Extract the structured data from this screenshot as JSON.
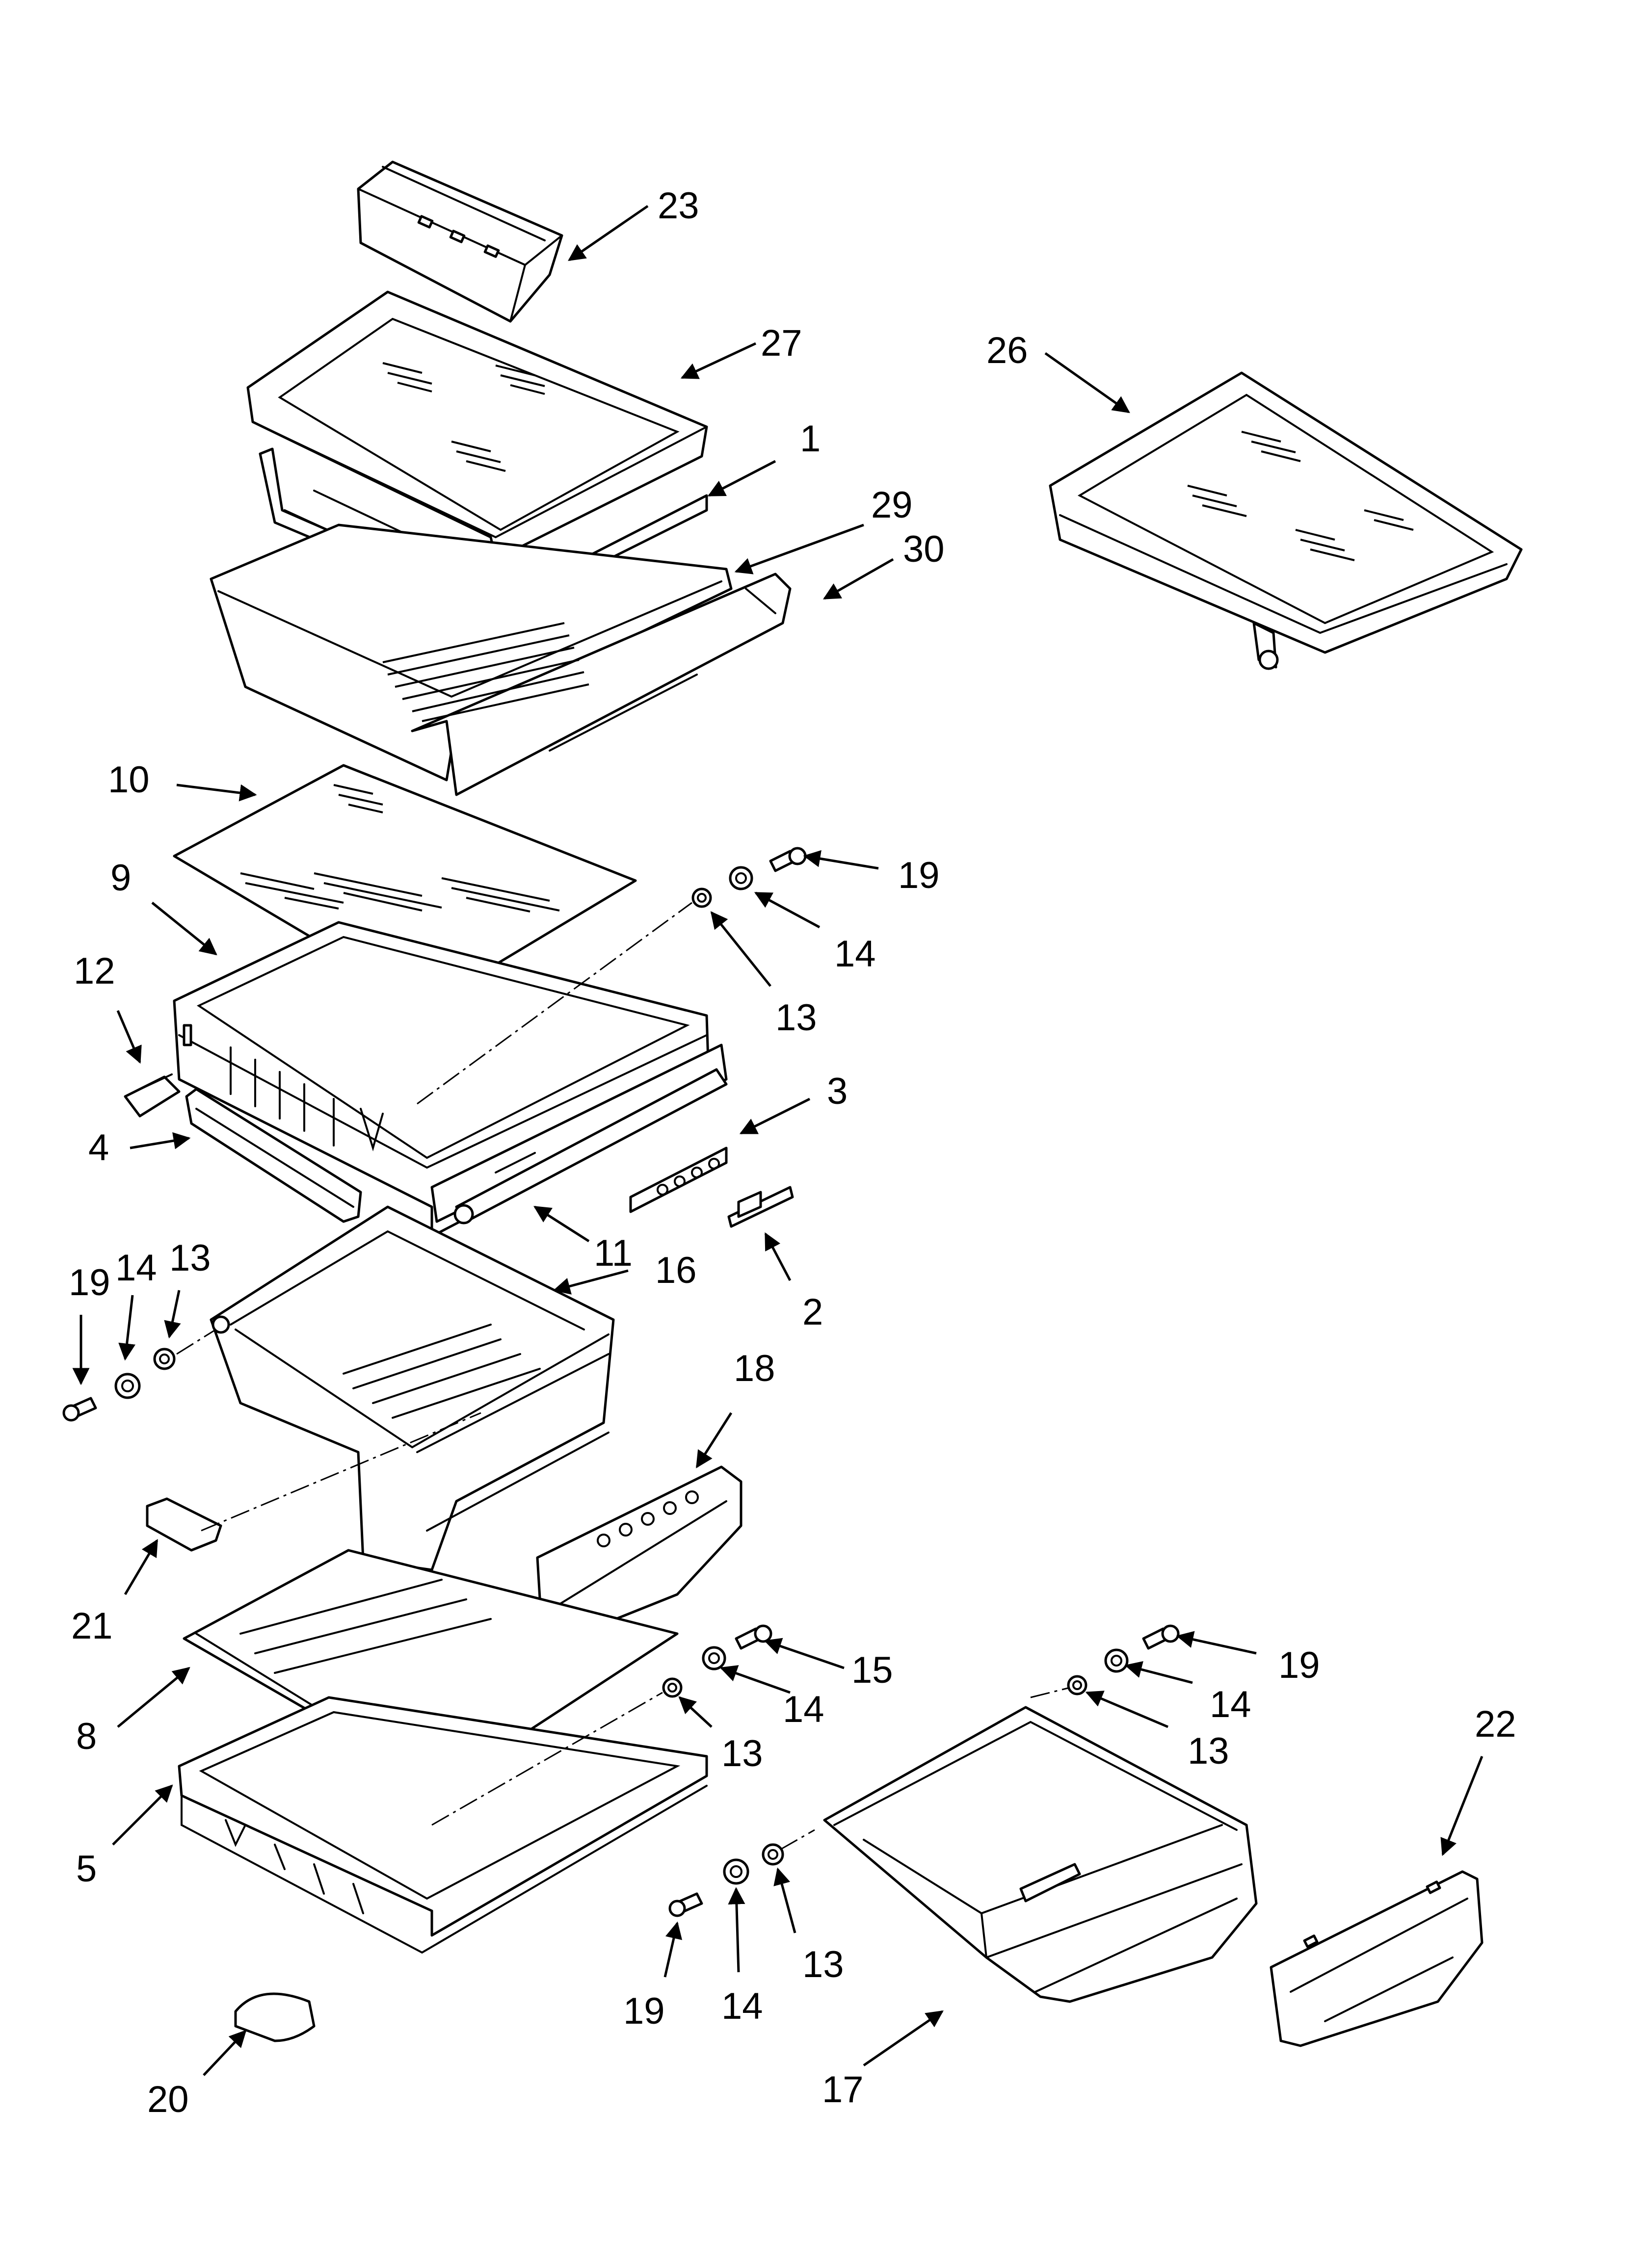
{
  "colors": {
    "ink": "#000000",
    "paper": "#ffffff"
  },
  "callouts": {
    "c23": "23",
    "c27": "27",
    "c26": "26",
    "c1": "1",
    "c29": "29",
    "c30": "30",
    "c10": "10",
    "c9": "9",
    "c19a": "19",
    "c14a": "14",
    "c13a": "13",
    "c12": "12",
    "c3": "3",
    "c4": "4",
    "c11": "11",
    "c2": "2",
    "c19b": "19",
    "c14b": "14",
    "c13b": "13",
    "c16": "16",
    "c18": "18",
    "c21": "21",
    "c15": "15",
    "c14c": "14",
    "c13c": "13",
    "c8": "8",
    "c19c": "19",
    "c14d": "14",
    "c13d": "13",
    "c22": "22",
    "c5": "5",
    "c19d": "19",
    "c14e": "14",
    "c13e": "13",
    "c17": "17",
    "c20": "20"
  }
}
